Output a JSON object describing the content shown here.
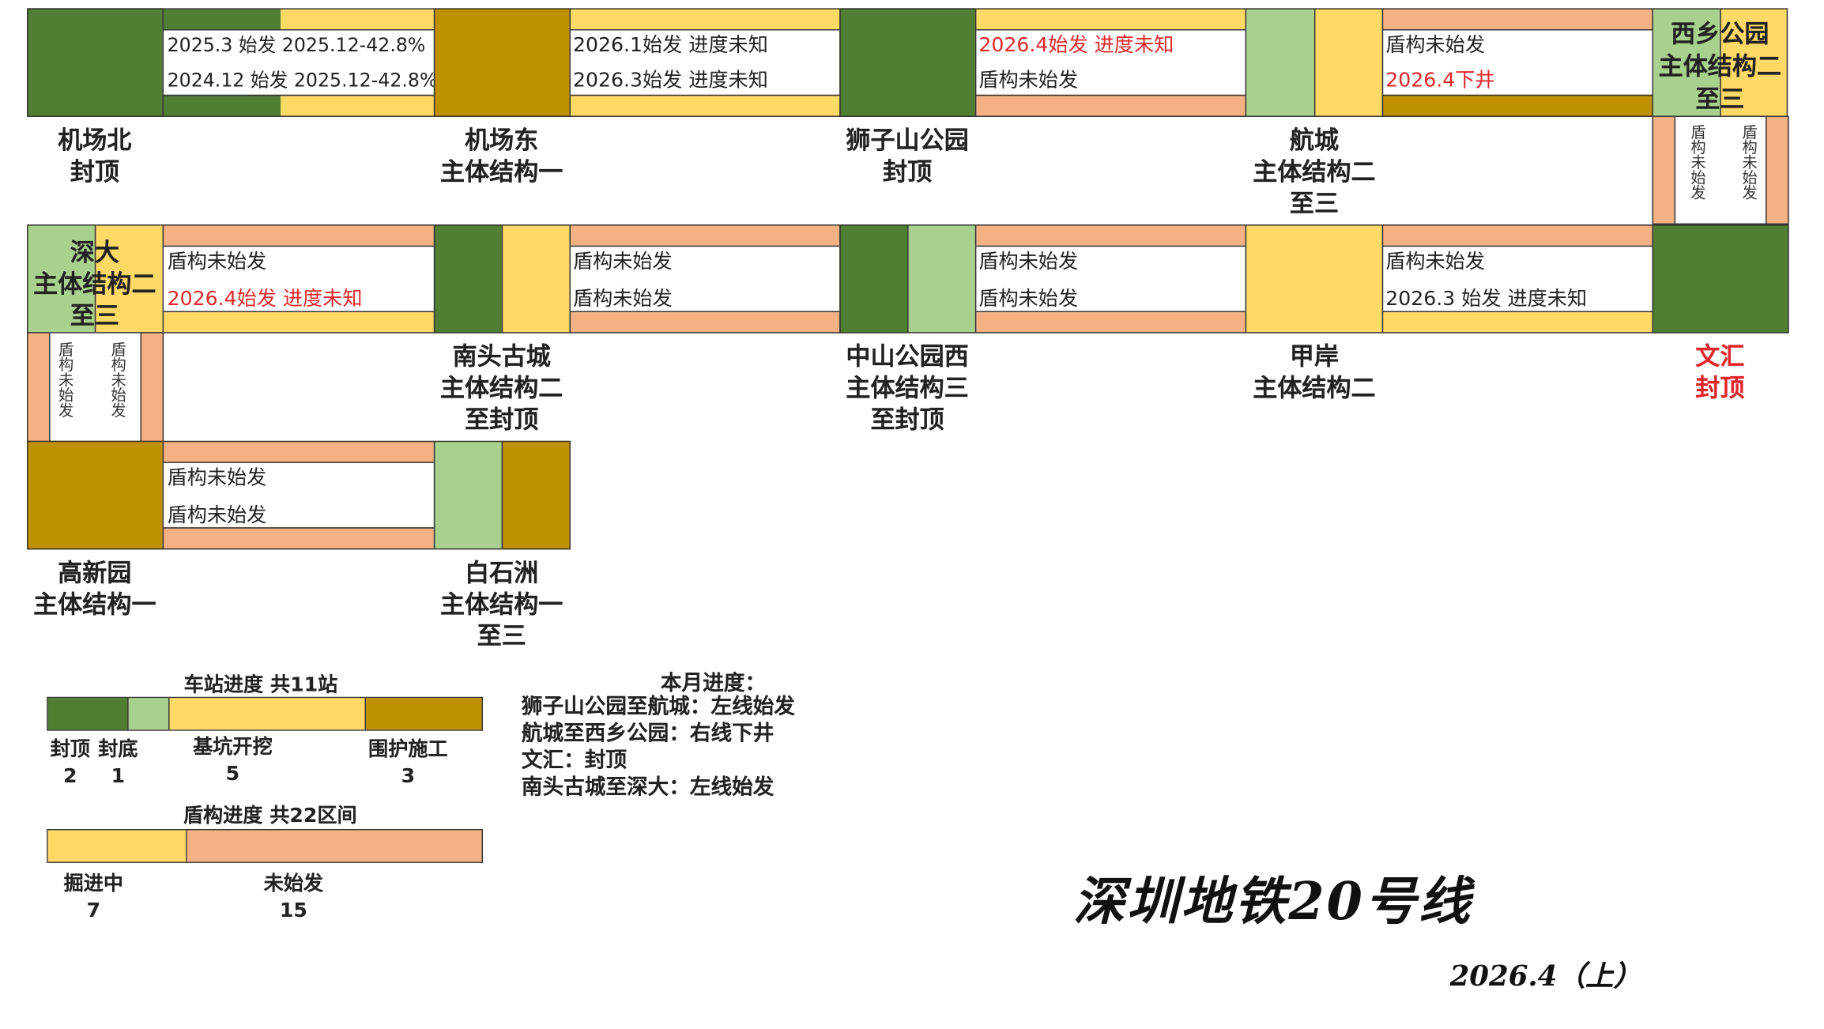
{
  "colors": {
    "capped": "#507e32",
    "base_sealed": "#a9d18e",
    "excavation": "#ffd966",
    "enclosure": "#bf9000",
    "shield_not_started": "#f4b183",
    "red_text": "#e0262a"
  },
  "stations": [
    {
      "name": "机场北",
      "status": "封顶"
    },
    {
      "name": "机场东",
      "status": "主体结构一"
    },
    {
      "name": "狮子山公园",
      "status": "封顶"
    },
    {
      "name": "航城",
      "status": "主体结构二",
      "status2": "至三"
    },
    {
      "name": "西乡公园",
      "status": "主体结构二",
      "status2": "至三"
    },
    {
      "name": "深大",
      "status": "主体结构二",
      "status2": "至三"
    },
    {
      "name": "南头古城",
      "status": "主体结构二",
      "status2": "至封顶"
    },
    {
      "name": "中山公园西",
      "status": "主体结构三",
      "status2": "至封顶"
    },
    {
      "name": "甲岸",
      "status": "主体结构二"
    },
    {
      "name": "文汇",
      "status": "封顶"
    },
    {
      "name": "高新园",
      "status": "主体结构一"
    },
    {
      "name": "白石洲",
      "status": "主体结构一",
      "status2": "至三"
    }
  ],
  "sections": {
    "s1": {
      "top": "2025.3 始发 2025.12-42.8%",
      "bottom": "2024.12 始发 2025.12-42.8%"
    },
    "s2": {
      "top": "2026.1始发 进度未知",
      "bottom": "2026.3始发 进度未知"
    },
    "s3": {
      "top": "2026.4始发 进度未知",
      "bottom": "盾构未始发"
    },
    "s4": {
      "top": "盾构未始发",
      "bottom": "2026.4下井"
    },
    "s5": {
      "left": "盾构未始发",
      "right": "盾构未始发"
    },
    "s6": {
      "top": "盾构未始发",
      "bottom": "2026.4始发 进度未知"
    },
    "s7": {
      "top": "盾构未始发",
      "bottom": "盾构未始发"
    },
    "s8": {
      "top": "盾构未始发",
      "bottom": "盾构未始发"
    },
    "s9": {
      "top": "盾构未始发",
      "bottom": "2026.3 始发 进度未知"
    },
    "s10": {
      "left": "盾构未始发",
      "right": "盾构未始发"
    },
    "s11": {
      "top": "盾构未始发",
      "bottom": "盾构未始发"
    }
  },
  "legend": {
    "station_title": "车站进度 共11站",
    "station_items": [
      {
        "label": "封顶",
        "count": "2"
      },
      {
        "label": "封底",
        "count": "1"
      },
      {
        "label": "基坑开挖",
        "count": "5"
      },
      {
        "label": "围护施工",
        "count": "3"
      }
    ],
    "shield_title": "盾构进度 共22区间",
    "shield_items": [
      {
        "label": "掘进中",
        "count": "7"
      },
      {
        "label": "未始发",
        "count": "15"
      }
    ]
  },
  "monthly": {
    "title": "本月进度：",
    "items": [
      "狮子山公园至航城：左线始发",
      "航城至西乡公园：右线下井",
      "文汇：封顶",
      "南头古城至深大：左线始发"
    ]
  },
  "brand_title": "深圳地铁20号线",
  "date": "2026.4（上）"
}
